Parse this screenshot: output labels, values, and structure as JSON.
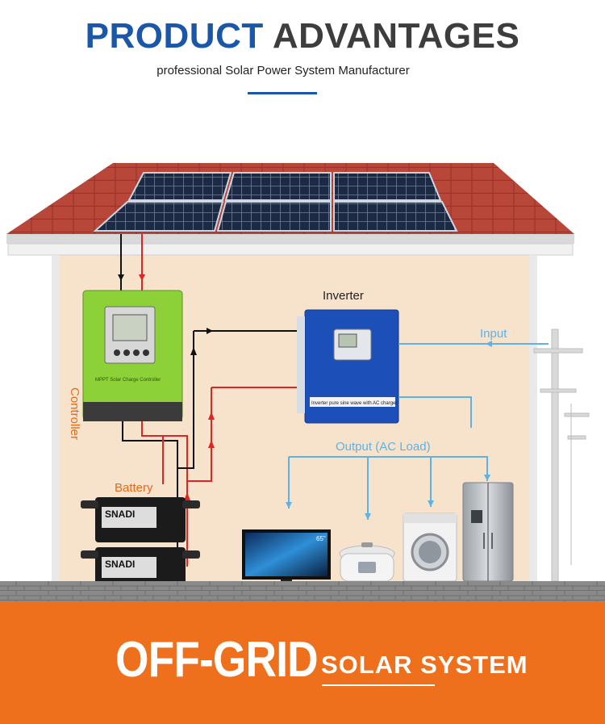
{
  "header": {
    "title_part1": "PRODUCT",
    "title_part2": "ADVANTAGES",
    "subtitle": "professional Solar Power System Manufacturer"
  },
  "diagram": {
    "inverter_label": "Inverter",
    "inverter_plate": "Inverter pure sine wave with AC charger",
    "controller_label": "Controller",
    "controller_plate": "MPPT Solar Charge Controller",
    "battery_label": "Battery",
    "battery_brand": "SNADI",
    "input_label": "Input",
    "output_label": "Output (AC Load)",
    "tv_size": "65\""
  },
  "banner": {
    "main": "OFF-GRID",
    "sub": "SOLAR SYSTEM"
  },
  "colors": {
    "brand_blue": "#1a57a8",
    "dark_text": "#3d3d3d",
    "banner_orange": "#ee6f1c",
    "controller_green": "#8dd138",
    "inverter_blue": "#1d4fb8",
    "wire_red": "#e02424",
    "wire_blue": "#5db3e8",
    "label_orange": "#e66a1a"
  }
}
